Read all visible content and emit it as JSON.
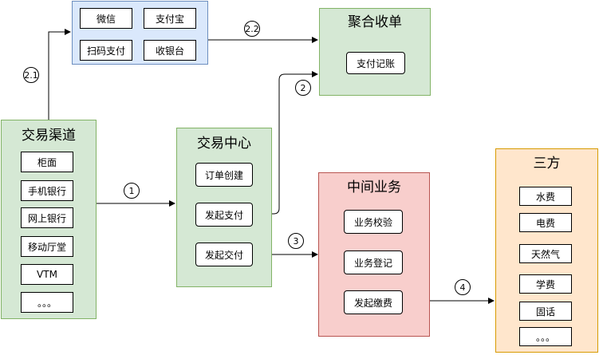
{
  "payment_channels": {
    "items": [
      "微信",
      "支付宝",
      "扫码支付",
      "收银台"
    ]
  },
  "aggregate": {
    "title": "聚合收单",
    "node": "支付记账"
  },
  "channels": {
    "title": "交易渠道",
    "items": [
      "柜面",
      "手机银行",
      "网上银行",
      "移动厅堂",
      "VTM",
      "。。。"
    ]
  },
  "trade_center": {
    "title": "交易中心",
    "nodes": [
      "订单创建",
      "发起支付",
      "发起交付"
    ]
  },
  "middle_business": {
    "title": "中间业务",
    "nodes": [
      "业务校验",
      "业务登记",
      "发起缴费"
    ]
  },
  "third_party": {
    "title": "三方",
    "items": [
      "水费",
      "电费",
      "天然气",
      "学费",
      "固话",
      "。。。"
    ]
  },
  "steps": {
    "s21": "2.1",
    "s22": "2.2",
    "s2": "2",
    "s1": "1",
    "s3": "3",
    "s4": "4"
  }
}
